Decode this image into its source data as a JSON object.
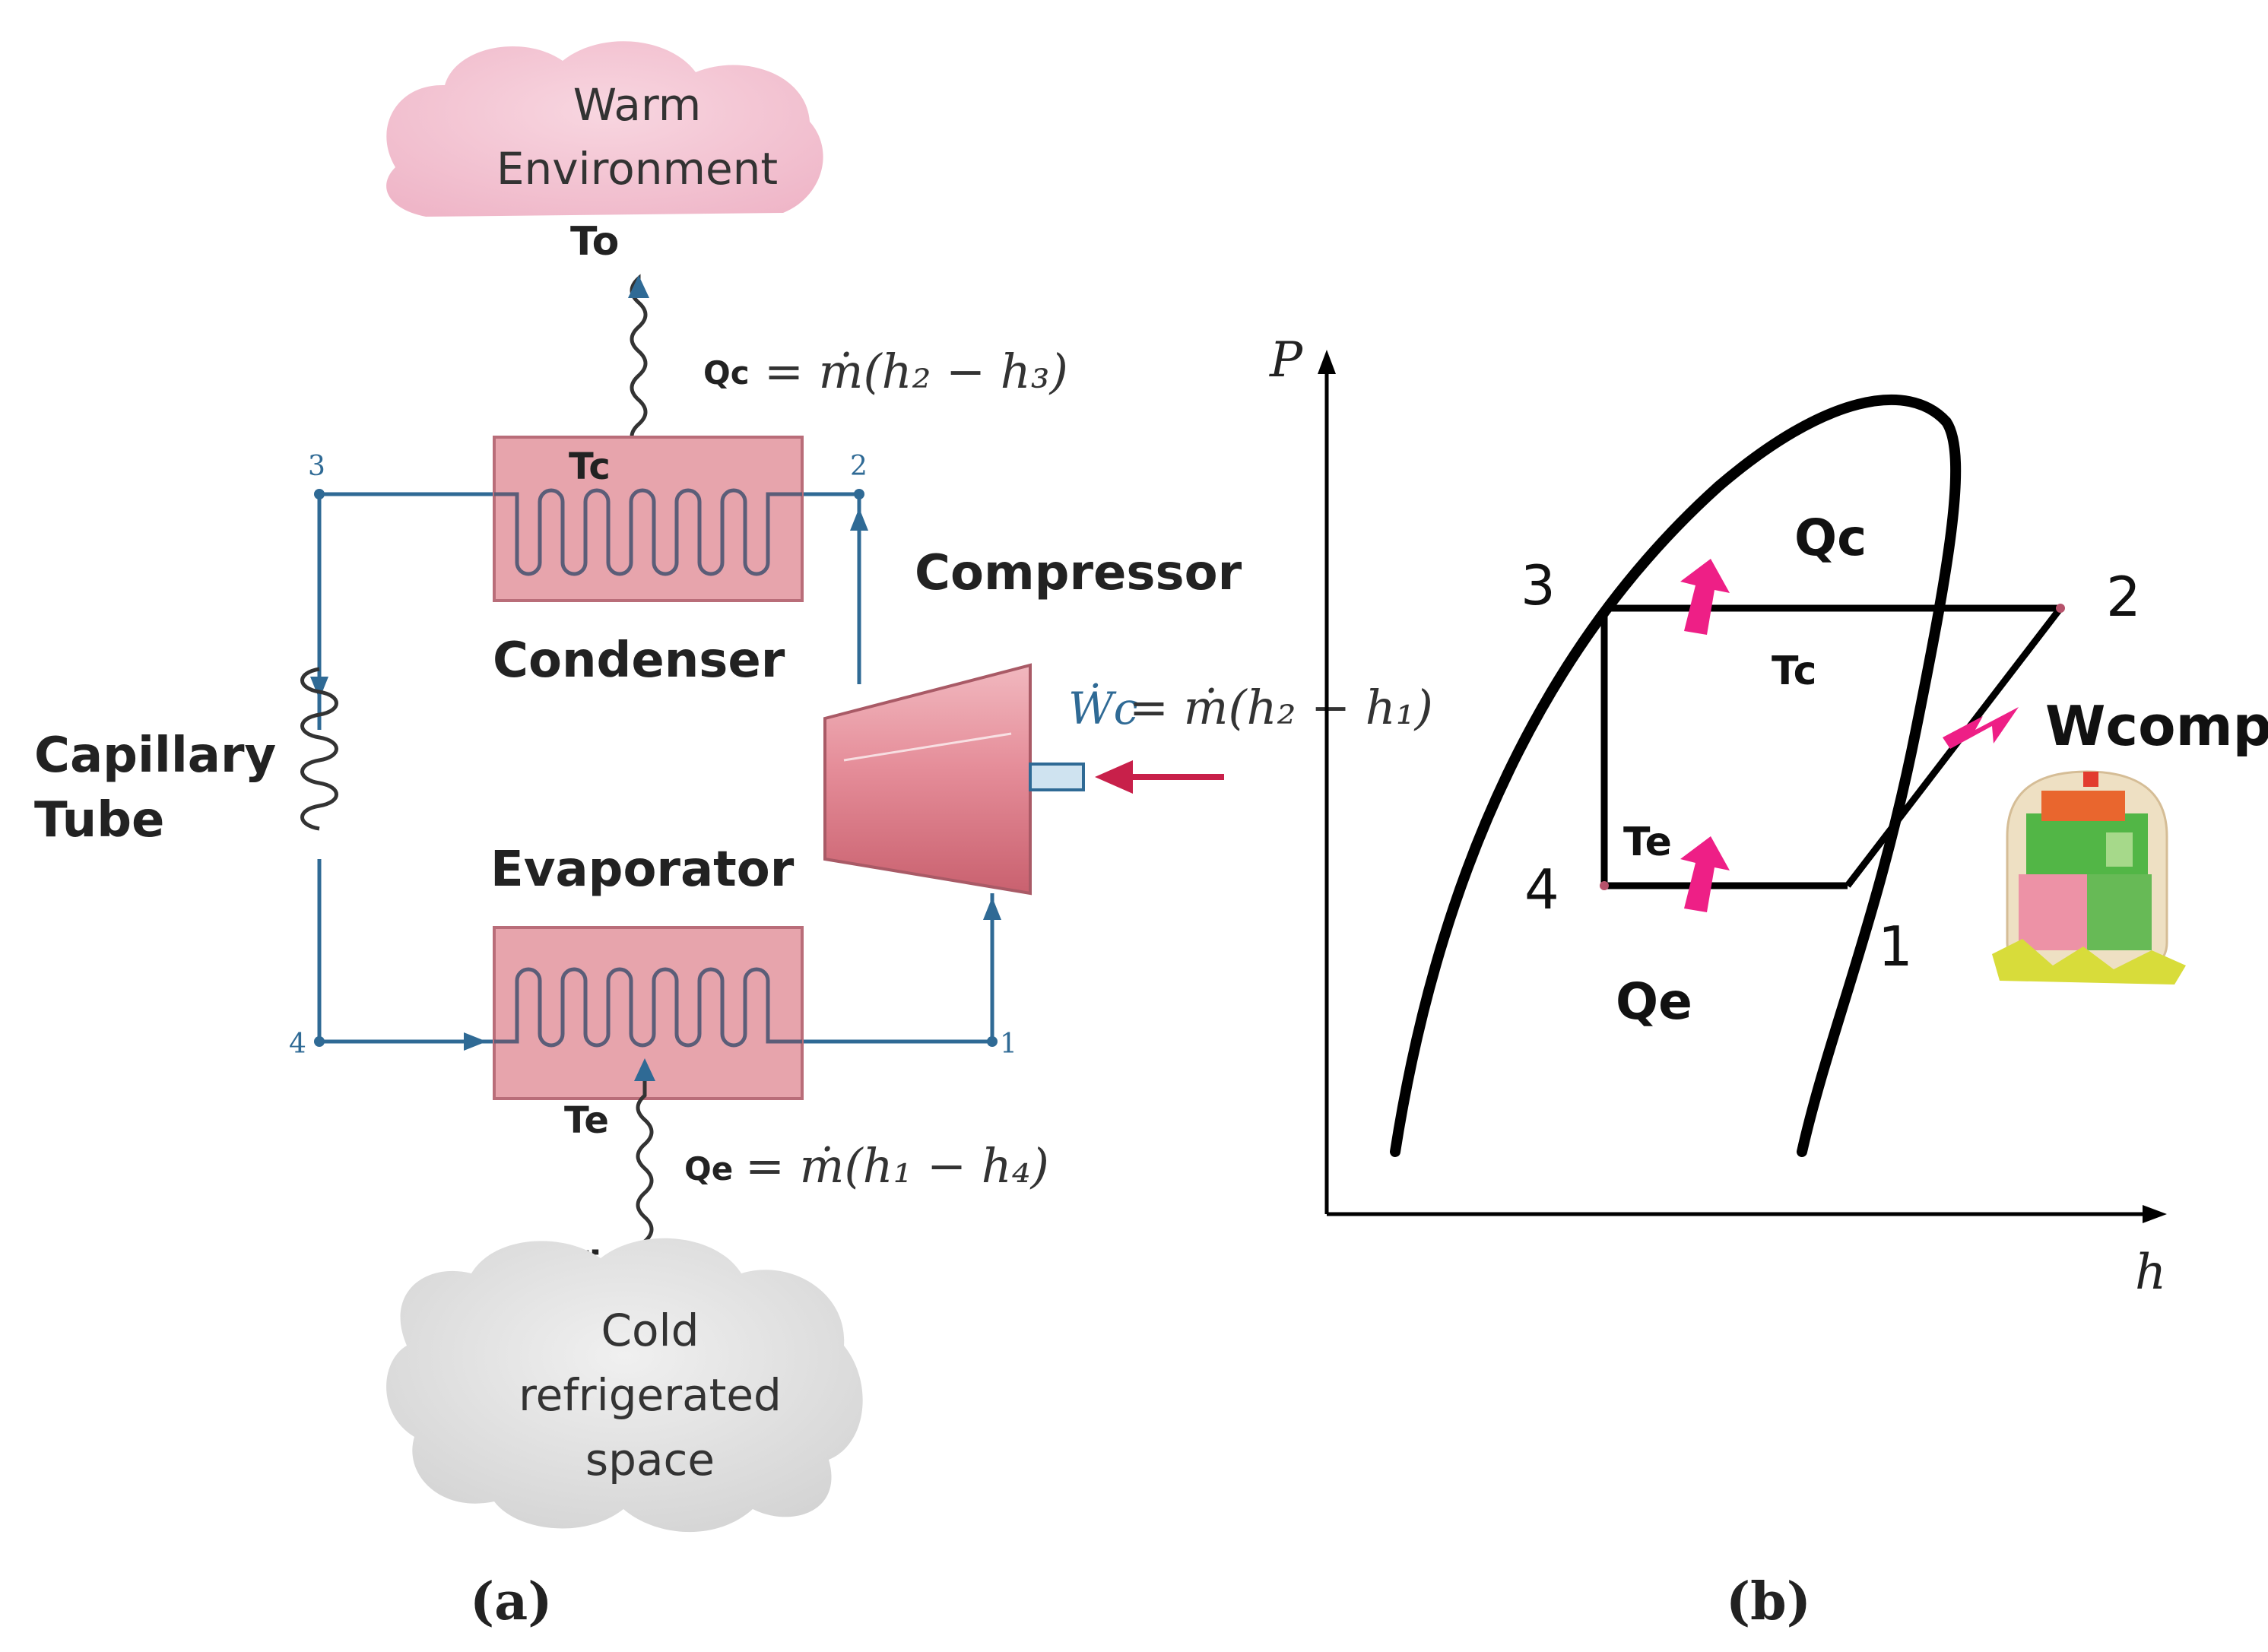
{
  "panel_a": {
    "caption": "(a)",
    "warm_cloud_line1": "Warm",
    "warm_cloud_line2": "Environment",
    "T_o": "To",
    "Q_c_label": "Qc",
    "Q_c_formula": "= ṁ(h₂ − h₃)",
    "T_c": "Tc",
    "node_3": "3",
    "node_2": "2",
    "node_4": "4",
    "node_1": "1",
    "condenser_label": "Condenser",
    "compressor_label": "Compressor",
    "capillary_line1": "Capillary",
    "capillary_line2": "Tube",
    "evaporator_label": "Evaporator",
    "W_c_label": "Ẇc",
    "W_c_formula": "= ṁ(h₂ − h₁)",
    "T_e": "Te",
    "Q_e_label": "Qe",
    "Q_e_formula": "= ṁ(h₁ − h₄)",
    "T_i": "Ti",
    "cold_line1": "Cold",
    "cold_line2": "refrigerated",
    "cold_line3": "space"
  },
  "panel_b": {
    "caption": "(b)",
    "axis_y": "P",
    "axis_x": "h",
    "point_1": "1",
    "point_2": "2",
    "point_3": "3",
    "point_4": "4",
    "Q_c": "Qc",
    "T_c": "Tc",
    "T_e": "Te",
    "Q_e": "Qe",
    "W_comp": "Wcomp"
  },
  "colors": {
    "pipe": "#2f6a95",
    "hx_fill": "#e7a4ac",
    "hx_stroke": "#b96d79",
    "warm_cloud": "#f3c6d4",
    "cold_cloud": "#dddddd",
    "arrow_red": "#c8204a",
    "magenta": "#ee1f86",
    "curve": "#000000"
  }
}
